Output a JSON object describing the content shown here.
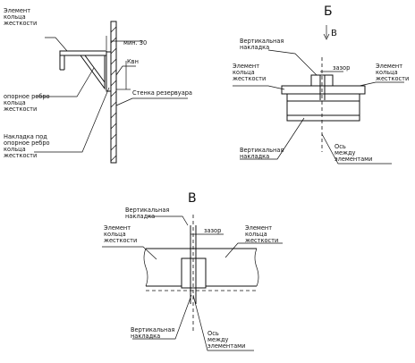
{
  "left_figure": {
    "label_ring_element": [
      "Элемент",
      "кольца",
      "жесткости"
    ],
    "label_min30": "мин. 30",
    "label_kvn": "Квн",
    "label_support_rib": [
      "опорное ребро",
      "кольца",
      "жесткости"
    ],
    "label_tank_wall": "Стенка резервуара",
    "label_overlay": [
      "Накладка под",
      "опорное ребро",
      "кольца",
      "жесткости"
    ]
  },
  "figure_b": {
    "title": "Б",
    "view_mark": "В",
    "label_vertical_overlay_top": [
      "Вертикальная",
      "накладка"
    ],
    "label_element_left": [
      "Элемент",
      "кольца",
      "жесткости"
    ],
    "label_gap": "зазор",
    "label_element_right": [
      "Элемент",
      "кольца",
      "жесткости"
    ],
    "label_vertical_overlay_bottom": [
      "Вертикальная",
      "накладка"
    ],
    "label_axis": [
      "Ось",
      "между",
      "элементами"
    ]
  },
  "figure_v": {
    "title": "В",
    "label_vertical_overlay_top": [
      "Вертикальная",
      "накладка"
    ],
    "label_gap": "зазор",
    "label_element_left": [
      "Элемент",
      "кольца",
      "жесткости"
    ],
    "label_element_right": [
      "Элемент",
      "кольца",
      "жесткости"
    ],
    "label_vertical_overlay_bottom": [
      "Вертикальная",
      "накладка"
    ],
    "label_axis": [
      "Ось",
      "между",
      "элементами"
    ]
  }
}
